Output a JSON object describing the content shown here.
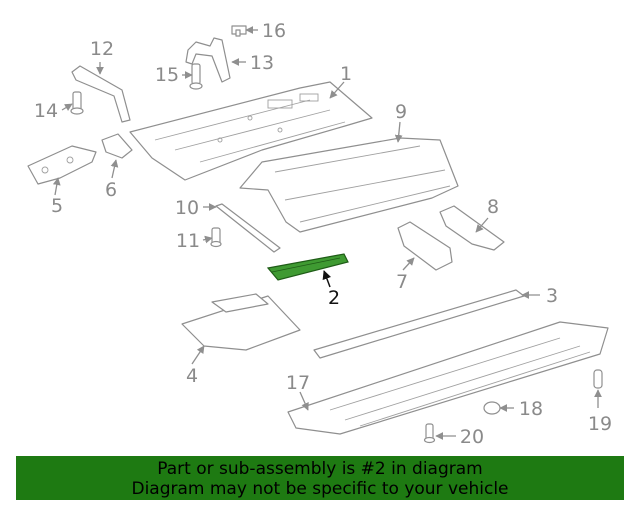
{
  "diagram": {
    "callouts": {
      "c1": "1",
      "c2": "2",
      "c3": "3",
      "c4": "4",
      "c5": "5",
      "c6": "6",
      "c7": "7",
      "c8": "8",
      "c9": "9",
      "c10": "10",
      "c11": "11",
      "c12": "12",
      "c13": "13",
      "c14": "14",
      "c15": "15",
      "c16": "16",
      "c17": "17",
      "c18": "18",
      "c19": "19",
      "c20": "20"
    },
    "highlighted_part": "2",
    "highlight_color": "#3f9a32"
  },
  "banner": {
    "line1": "Part or sub-assembly is #2 in diagram",
    "line2": "Diagram may not be specific to your vehicle",
    "background": "#1e7a12"
  }
}
